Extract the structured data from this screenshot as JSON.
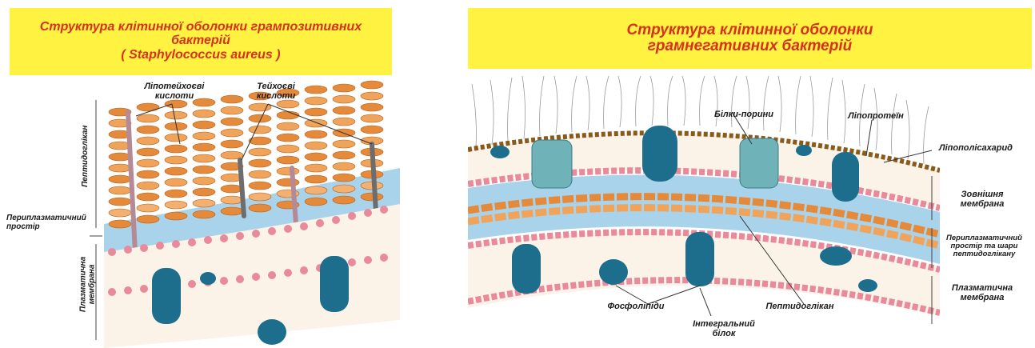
{
  "left_panel": {
    "title_line1": "Структура клітинної оболонки грампозитивних",
    "title_line2": "бактерій",
    "title_line3": "( Staphylococcus aureus )",
    "labels": {
      "lipoteichoic_line1": "Ліпотейхоєві",
      "lipoteichoic_line2": "кислоти",
      "teichoic_line1": "Тейхоєві",
      "teichoic_line2": "кислоти",
      "peptidoglycan": "Пептидоглікан",
      "periplasmic_line1": "Периплазматичний",
      "periplasmic_line2": "простір",
      "plasma_membrane_line1": "Плазматична",
      "plasma_membrane_line2": "мембрана"
    }
  },
  "right_panel": {
    "title_line1": "Структура клітинної оболонки",
    "title_line2": "грамнегативних бактерій",
    "labels": {
      "porins": "Білки-порини",
      "lipoprotein": "Ліпопротеїн",
      "lps": "Ліпополісахарид",
      "outer_line1": "Зовнішня",
      "outer_line2": "мембрана",
      "peri_line1": "Периплазматичний",
      "peri_line2": "простір та шари",
      "peri_line3": "пептидоглікану",
      "plasma_line1": "Плазматична",
      "plasma_line2": "мембрана",
      "phospholipids": "Фосфоліпіди",
      "peptidoglycan": "Пептидоглікан",
      "integral_line1": "Інтегральний",
      "integral_line2": "білок"
    }
  },
  "colors": {
    "banner": "#fff240",
    "title": "#d8301f",
    "periplasm": "#a9d3ea",
    "protein": "#1d6e8c",
    "phospholipid_head": "#e88a9a",
    "peptidoglycan": "#e58a3a"
  }
}
